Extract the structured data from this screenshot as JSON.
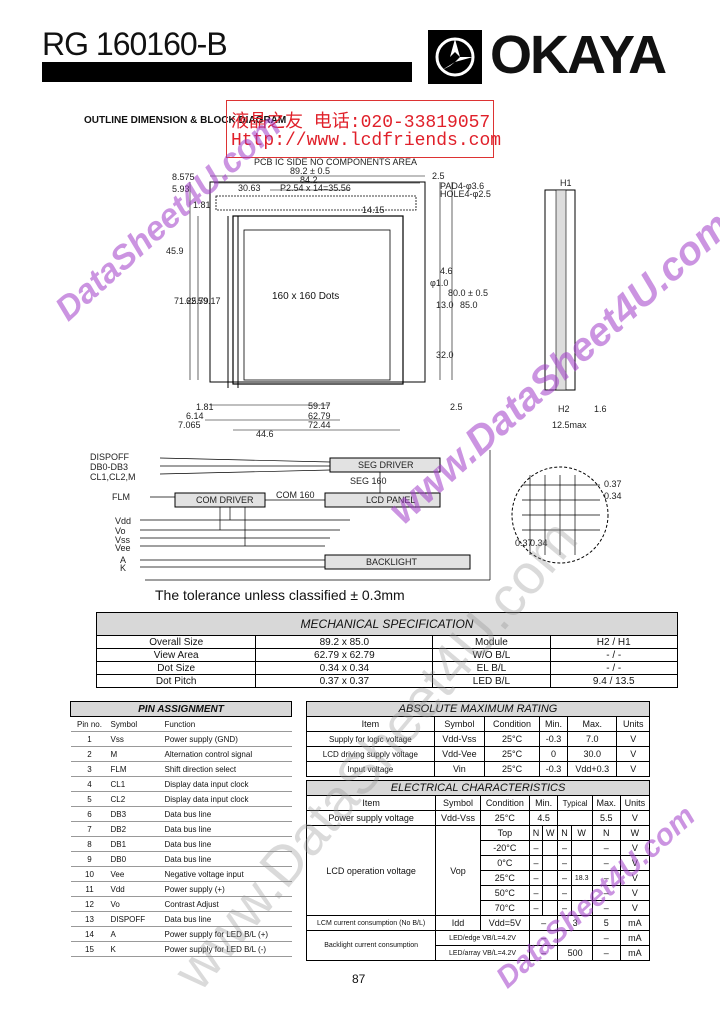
{
  "header": {
    "model": "RG 160160-B",
    "brand": "OKAYA"
  },
  "diagram": {
    "heading": "OUTLINE DIMENSION & BLOCK DIAGRAM",
    "overlay_cn": "液晶之友 电话:020-33819057",
    "overlay_url": "Http://www.lcdfriends.com",
    "labels": {
      "pcb_note": "PCB IC SIDE NO COMPONENTS AREA",
      "d1": "89.2 ± 0.5",
      "d2": "84.2",
      "d3": "P2.54 x 14=35.56",
      "d4": "30.63",
      "d5": "14.15",
      "d6": "2.5",
      "pad": "PAD4-φ3.6",
      "hole": "HOLE4-φ2.5",
      "dots": "160 x 160 Dots",
      "v1": "8.575",
      "v2": "5.93",
      "v3": "1.81",
      "v4": "45.9",
      "v5": "71.25",
      "v6": "62.79",
      "v7": "59.17",
      "r1": "4.6",
      "r2": "φ1.0",
      "r3": "13.0",
      "r4": "85.0",
      "r5": "80.0 ± 0.5",
      "r6": "32.0",
      "r7": "2.5",
      "b1": "1.81",
      "b2": "6.14",
      "b3": "7.065",
      "b4": "59.17",
      "b5": "62.79",
      "b6": "72.44",
      "b7": "44.6",
      "h1": "H1",
      "h2": "H2",
      "h3": "1.6",
      "h4": "12.5max",
      "dot1": "0.37",
      "dot2": "0.34",
      "dot3": "0.37",
      "dot4": "0.34",
      "sig_dispoff": "DISPOFF",
      "sig_db": "DB0-DB3",
      "sig_cl": "CL1,CL2,M",
      "sig_flm": "FLM",
      "sig_vdd": "Vdd",
      "sig_vo": "Vo",
      "sig_vss": "Vss",
      "sig_vee": "Vee",
      "sig_a": "A",
      "sig_k": "K",
      "seg_driver": "SEG DRIVER",
      "seg_n": "SEG 160",
      "com_driver": "COM DRIVER",
      "com_n": "COM 160",
      "lcd_panel": "LCD PANEL",
      "backlight": "BACKLIGHT"
    },
    "tolerance": "The tolerance unless classified ± 0.3mm"
  },
  "mechanical": {
    "title": "MECHANICAL SPECIFICATION",
    "rows": [
      [
        "Overall Size",
        "89.2 x 85.0",
        "Module",
        "H2 / H1"
      ],
      [
        "View Area",
        "62.79 x 62.79",
        "W/O B/L",
        "- / -"
      ],
      [
        "Dot Size",
        "0.34 x 0.34",
        "EL B/L",
        "- / -"
      ],
      [
        "Dot Pitch",
        "0.37 x 0.37",
        "LED B/L",
        "9.4 / 13.5"
      ]
    ]
  },
  "pins": {
    "title": "PIN ASSIGNMENT",
    "headers": [
      "Pin no.",
      "Symbol",
      "Function"
    ],
    "rows": [
      [
        "1",
        "Vss",
        "Power supply (GND)"
      ],
      [
        "2",
        "M",
        "Alternation control signal"
      ],
      [
        "3",
        "FLM",
        "Shift direction select"
      ],
      [
        "4",
        "CL1",
        "Display data input clock"
      ],
      [
        "5",
        "CL2",
        "Display data input clock"
      ],
      [
        "6",
        "DB3",
        "Data bus line"
      ],
      [
        "7",
        "DB2",
        "Data bus line"
      ],
      [
        "8",
        "DB1",
        "Data bus line"
      ],
      [
        "9",
        "DB0",
        "Data bus line"
      ],
      [
        "10",
        "Vee",
        "Negative voltage input"
      ],
      [
        "11",
        "Vdd",
        "Power supply (+)"
      ],
      [
        "12",
        "Vo",
        "Contrast Adjust"
      ],
      [
        "13",
        "DISPOFF",
        "Data bus line"
      ],
      [
        "14",
        "A",
        "Power supply for LED B/L (+)"
      ],
      [
        "15",
        "K",
        "Power supply for LED B/L (-)"
      ]
    ]
  },
  "abs_max": {
    "title": "ABSOLUTE MAXIMUM RATING",
    "headers": [
      "Item",
      "Symbol",
      "Condition",
      "Min.",
      "Max.",
      "Units"
    ],
    "rows": [
      [
        "Supply for logic voltage",
        "Vdd-Vss",
        "25°C",
        "-0.3",
        "7.0",
        "V"
      ],
      [
        "LCD driving supply voltage",
        "Vdd-Vee",
        "25°C",
        "0",
        "30.0",
        "V"
      ],
      [
        "Input voltage",
        "Vin",
        "25°C",
        "-0.3",
        "Vdd+0.3",
        "V"
      ]
    ]
  },
  "electrical": {
    "title": "ELECTRICAL CHARACTERISTICS",
    "headers": [
      "Item",
      "Symbol",
      "Condition",
      "Min.",
      "Typical",
      "Max.",
      "Units"
    ],
    "psv": [
      "Power supply voltage",
      "Vdd-Vss",
      "25°C",
      "4.5",
      "",
      "5.5",
      "V"
    ],
    "lcd_item": "LCD operation voltage",
    "lcd_symbol": "Vop",
    "top_row": [
      "Top",
      "N",
      "W",
      "N",
      "W",
      "N",
      "W"
    ],
    "temps": [
      [
        "-20°C",
        "–",
        "",
        "–",
        "",
        "–",
        "",
        "V"
      ],
      [
        "0°C",
        "–",
        "",
        "–",
        "",
        "–",
        "",
        "V"
      ],
      [
        "25°C",
        "–",
        "",
        "–",
        "18.3",
        "–",
        "",
        "V"
      ],
      [
        "50°C",
        "–",
        "",
        "–",
        "",
        "–",
        "",
        "V"
      ],
      [
        "70°C",
        "–",
        "",
        "–",
        "",
        "–",
        "",
        "V"
      ]
    ],
    "lcm": [
      "LCM current consumption (No B/L)",
      "Idd",
      "Vdd=5V",
      "–",
      "3",
      "5",
      "mA"
    ],
    "bl_item": "Backlight current consumption",
    "bl_rows": [
      [
        "LED/edge VB/L=4.2V",
        "–",
        "",
        "–",
        "mA"
      ],
      [
        "LED/array VB/L=4.2V",
        "–",
        "500",
        "–",
        "mA"
      ]
    ]
  },
  "page_number": "87",
  "watermarks": [
    "DataSheet4U.com",
    "www.DataSheet4U.com",
    "www.DataSheet4U.com",
    "DataSheet4U.com"
  ]
}
